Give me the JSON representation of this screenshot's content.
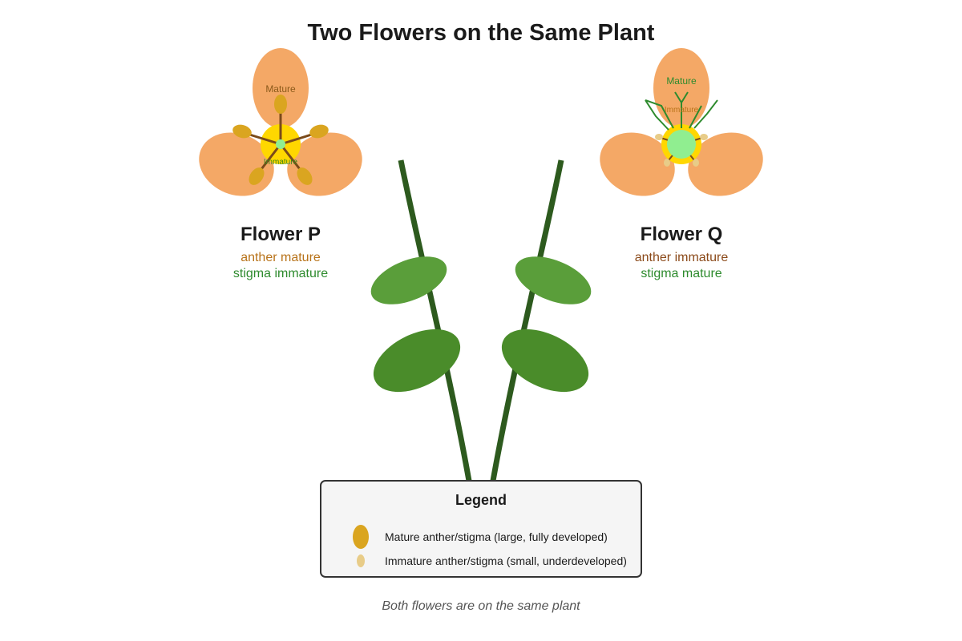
{
  "title": "Two Flowers on the Same Plant",
  "colors": {
    "petal": "#f4a866",
    "center": "#ffd700",
    "stigma_center": "#90ee90",
    "mature_organ": "#daa520",
    "immature_organ": "#e8cc88",
    "stem": "#2d5a1e",
    "leaf_light": "#5a9e3a",
    "leaf_dark": "#4a8c2a",
    "text_dark": "#1a1a1a",
    "anther_label": "#b8731a",
    "stigma_label": "#2e8b2e"
  },
  "flower_p": {
    "name": "Flower P",
    "label_mature": "Mature",
    "label_immature": "Immature",
    "anther_status": "anther mature",
    "stigma_status": "stigma immature"
  },
  "flower_q": {
    "name": "Flower Q",
    "label_mature": "Mature",
    "label_immature": "Immature",
    "anther_status": "anther immature",
    "stigma_status": "stigma mature"
  },
  "legend": {
    "title": "Legend",
    "items": [
      {
        "label": "Mature anther/stigma (large, fully developed)",
        "swatch": "mature"
      },
      {
        "label": "Immature anther/stigma (small, underdeveloped)",
        "swatch": "immature"
      }
    ]
  },
  "caption": "Both flowers are on the same plant"
}
